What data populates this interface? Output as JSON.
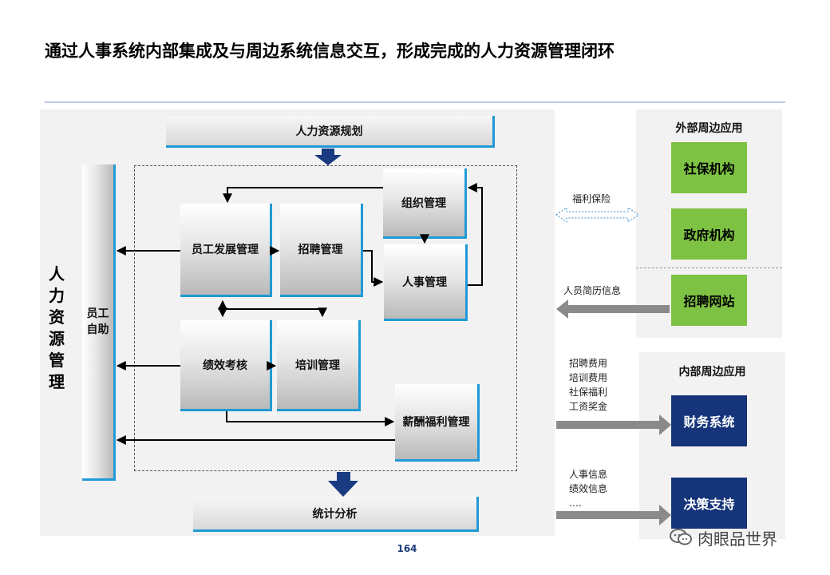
{
  "title": "通过人事系统内部集成及与周边系统信息交互，形成完成的人力资源管理闭环",
  "side_title": "人力资源管理",
  "hr_planning": "人力资源规划",
  "employee_self_service": "员工\n自助",
  "org_management": "组织管理",
  "employee_development": "员工发展管理",
  "recruitment_management": "招聘管理",
  "personnel_management": "人事管理",
  "performance_appraisal": "绩效考核",
  "training_management": "培训管理",
  "compensation_benefits": "薪酬福利管理",
  "statistical_analysis": "统计分析",
  "external": {
    "title": "外部周边应用",
    "items": [
      "社保机构",
      "政府机构",
      "招聘网站"
    ]
  },
  "internal": {
    "title": "内部周边应用",
    "items": [
      "财务系统",
      "决策支持"
    ]
  },
  "flows": {
    "welfare_insurance": "福利保险",
    "resume_info": "人员简历信息",
    "finance_info": "招聘费用\n培训费用\n社保福利\n工资奖金",
    "decision_info": "人事信息\n绩效信息\n…."
  },
  "page_number": "164",
  "watermark": "肉眼品世界",
  "colors": {
    "accent_blue": "#1f9ad6",
    "navy": "#15347a",
    "green": "#7dc242"
  }
}
